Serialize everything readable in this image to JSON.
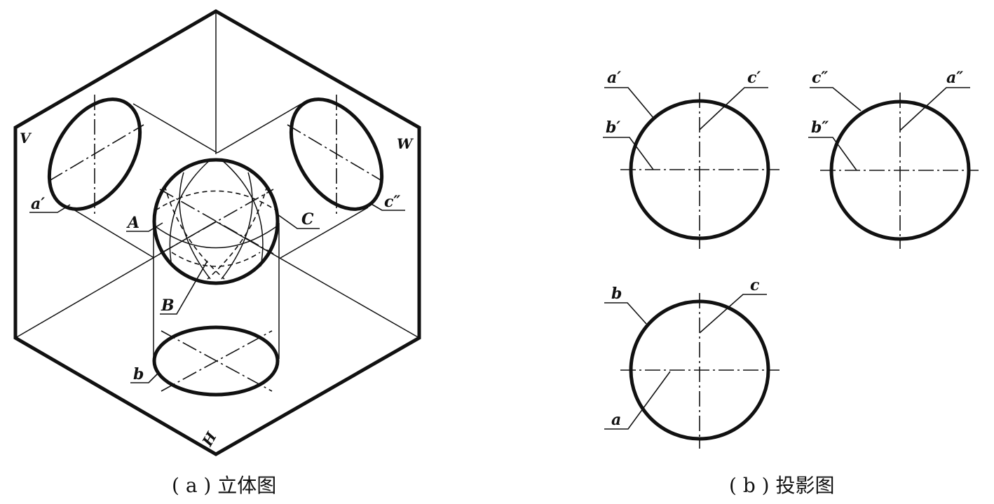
{
  "figure_a": {
    "caption": "( a ) 立体图",
    "plane_labels": {
      "v": "V",
      "w": "W",
      "h": "H"
    },
    "point_labels": {
      "A": "A",
      "B": "B",
      "C": "C",
      "a1": "a′",
      "b": "b",
      "c2": "c″"
    }
  },
  "figure_b": {
    "caption": "( b ) 投影图",
    "front_view": {
      "a_label": "a′",
      "b_label": "b′",
      "c_label": "c′"
    },
    "side_view": {
      "c_label": "c″",
      "b_label": "b″",
      "a_label": "a″"
    },
    "top_view": {
      "b_label": "b",
      "c_label": "c",
      "a_label": "a"
    }
  }
}
